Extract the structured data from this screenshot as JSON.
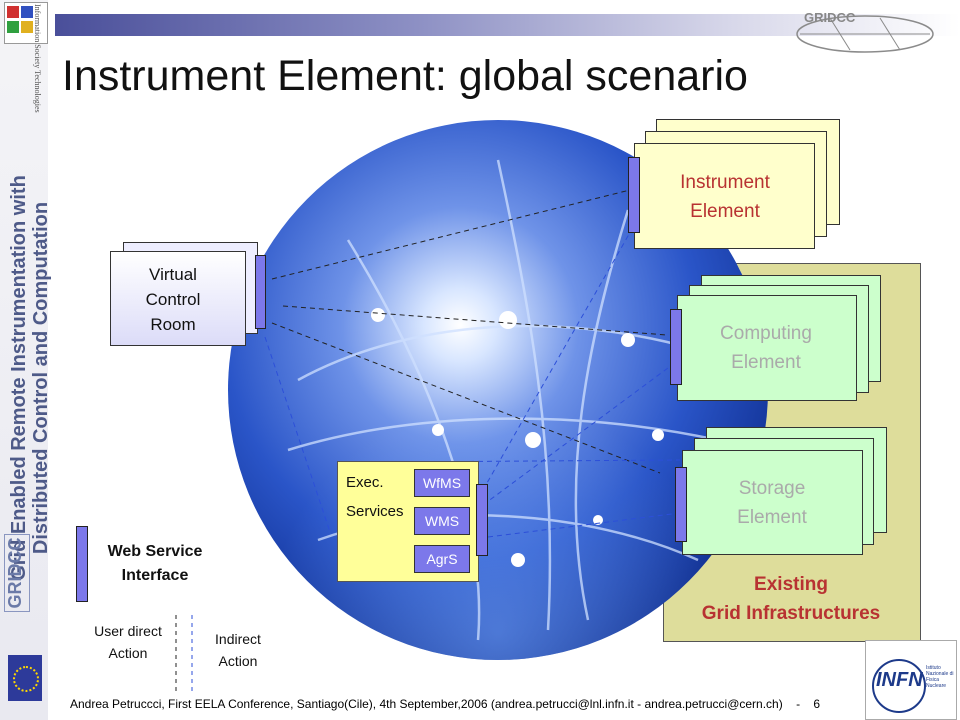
{
  "header": {
    "title": "Instrument Element: global scenario",
    "logo_gridcc": "GRIDCC",
    "logo_ist": "Information Society Technologies"
  },
  "sidebar": {
    "vertical_title_line1": "Grid Enabled Remote Instrumentation with",
    "vertical_title_line2": "Distributed Control and Computation",
    "vertical_logo": "GRIDCC"
  },
  "diagram": {
    "instrument_element": [
      "Instrument",
      "Element"
    ],
    "virtual_control_room": [
      "Virtual",
      "Control",
      "Room"
    ],
    "computing_element": [
      "Computing",
      "Element"
    ],
    "storage_element": [
      "Storage",
      "Element"
    ],
    "existing_grid": [
      "Existing",
      "Grid Infrastructures"
    ],
    "exec_services": [
      "Exec.",
      "Services"
    ],
    "services": [
      "WfMS",
      "WMS",
      "AgrS"
    ],
    "legend_web_service": [
      "Web Service",
      "Interface"
    ],
    "legend_user_direct": [
      "User direct",
      "Action"
    ],
    "legend_indirect": [
      "Indirect",
      "Action"
    ]
  },
  "footer": {
    "citation": "Andrea Petruccci, First EELA Conference, Santiago(Cile), 4th September,2006 (andrea.petrucci@lnl.infn.it - andrea.petrucci@cern.ch)",
    "separator": "-",
    "page_number": "6",
    "infn_logo": "INFN",
    "infn_subtitle": "Istituto Nazionale di Fisica Nucleare"
  },
  "colors": {
    "accent_blue": "#7c78ea",
    "instrument_fill": "#ffffcc",
    "element_fill": "#ccffcc",
    "grid_box": "#dedd9b",
    "exec_fill": "#ffff99",
    "grid_text": "#b83232"
  }
}
